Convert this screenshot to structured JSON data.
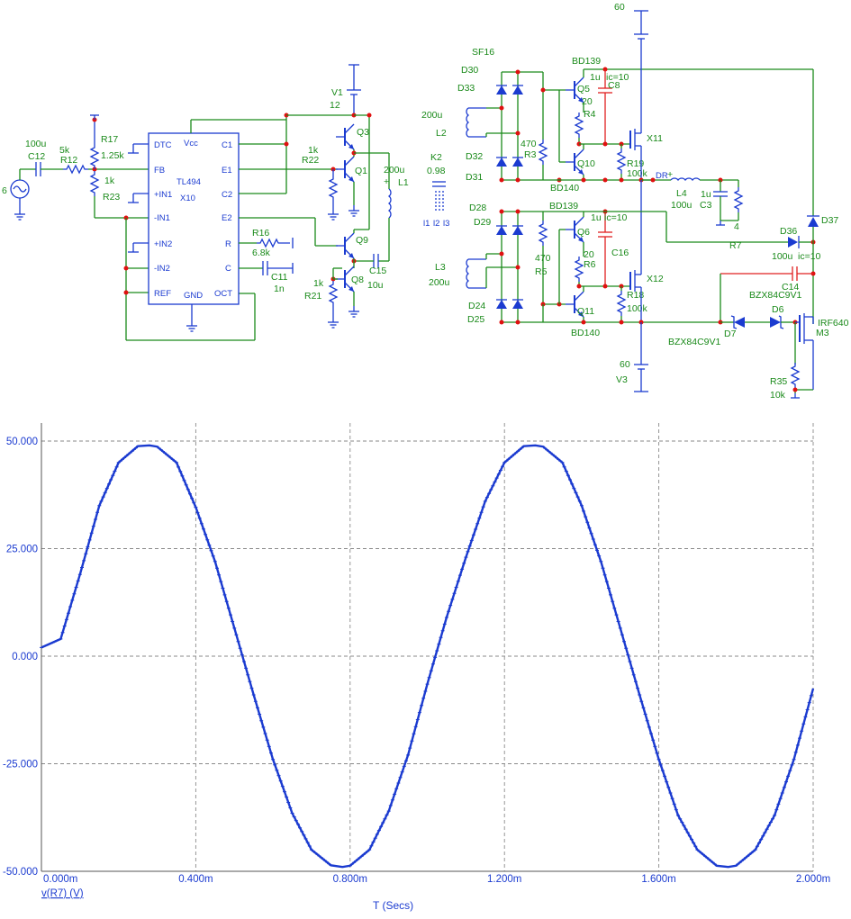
{
  "schematic": {
    "source": {
      "id": "6"
    },
    "c12": {
      "ref": "C12",
      "value": "100u"
    },
    "r12": {
      "ref": "R12",
      "value": "5k"
    },
    "r17": {
      "ref": "R17",
      "value": "1.25k"
    },
    "r23": {
      "ref": "R23",
      "value": "1k"
    },
    "ic": {
      "part": "TL494",
      "ref": "X10",
      "pins_left": [
        "DTC",
        "FB",
        "+IN1",
        "-IN1",
        "+IN2",
        "-IN2",
        "REF"
      ],
      "pins_right": [
        "C1",
        "E1",
        "C2",
        "E2",
        "R",
        "C",
        "OCT"
      ],
      "pin_vcc": "Vcc",
      "pin_gnd": "GND"
    },
    "v1": {
      "ref": "V1",
      "value": "12"
    },
    "r22": {
      "ref": "R22",
      "value": "1k"
    },
    "q3": "Q3",
    "q1": "Q1",
    "q9": "Q9",
    "q8": "Q8",
    "r21": {
      "ref": "R21",
      "value": "1k"
    },
    "r16": {
      "ref": "R16",
      "value": "6.8k"
    },
    "c11": {
      "ref": "C11",
      "value": "1n"
    },
    "c15": {
      "ref": "C15",
      "value": "10u"
    },
    "l1": {
      "ref": "L1",
      "value": "200u"
    },
    "k2": {
      "ref": "K2",
      "value": "0.98",
      "coils": [
        "l1",
        "l2",
        "l3"
      ]
    },
    "l2": {
      "ref": "L2",
      "value": "200u"
    },
    "l3": {
      "ref": "L3",
      "value": "200u"
    },
    "d_top": {
      "part": "SF16",
      "refs": [
        "D30",
        "D33",
        "D32",
        "D31"
      ]
    },
    "d_bot": {
      "refs": [
        "D28",
        "D29",
        "D24",
        "D25"
      ]
    },
    "r3": {
      "ref": "R3",
      "value": "470"
    },
    "r5": {
      "ref": "R5",
      "value": "470"
    },
    "q5": {
      "ref": "Q5",
      "part": "BD139"
    },
    "q10": {
      "ref": "Q10",
      "part": "BD140"
    },
    "q6": {
      "ref": "Q6",
      "part": "BD139"
    },
    "q11": {
      "ref": "Q11",
      "part": "BD140"
    },
    "r4": {
      "ref": "R4",
      "value": "20"
    },
    "r6": {
      "ref": "R6",
      "value": "20"
    },
    "c8": {
      "ref": "C8",
      "value": "1u",
      "ic": "ic=10"
    },
    "c16": {
      "ref": "C16",
      "value": "1u",
      "ic": "ic=10"
    },
    "r19": {
      "ref": "R19",
      "value": "100k"
    },
    "r18": {
      "ref": "R18",
      "value": "100k"
    },
    "x11": "X11",
    "x12": "X12",
    "v_top": {
      "value": "60"
    },
    "v3": {
      "ref": "V3",
      "value": "60"
    },
    "dr": "DR",
    "l4": {
      "ref": "L4",
      "value": "100u"
    },
    "c3": {
      "ref": "C3",
      "value": "1u"
    },
    "r7": "R7",
    "gnd4": "4",
    "d36": "D36",
    "d37": "D37",
    "c14": {
      "ref": "C14",
      "value": "100u",
      "ic": "ic=10"
    },
    "d6": {
      "ref": "D6",
      "part": "BZX84C9V1"
    },
    "d7": {
      "ref": "D7",
      "part": "BZX84C9V1"
    },
    "m3": {
      "ref": "M3",
      "part": "IRF640"
    },
    "r35": {
      "ref": "R35",
      "value": "10k"
    }
  },
  "chart_data": {
    "type": "line",
    "title": "",
    "xlabel": "T (Secs)",
    "ylabel": "",
    "legend": "v(R7) (V)",
    "xlim": [
      0,
      2.0
    ],
    "ylim": [
      -50,
      50
    ],
    "x_ticks": [
      "0.000m",
      "0.400m",
      "0.800m",
      "1.200m",
      "1.600m",
      "2.000m"
    ],
    "y_ticks": [
      "50.000",
      "25.000",
      "0.000",
      "-25.000",
      "-50.000"
    ],
    "grid": true,
    "color": "#1b3bd0",
    "x_unit": "ms",
    "series": [
      {
        "name": "v(R7) (V)",
        "x": [
          0,
          0.05,
          0.1,
          0.15,
          0.2,
          0.25,
          0.28,
          0.3,
          0.35,
          0.4,
          0.45,
          0.5,
          0.55,
          0.6,
          0.65,
          0.7,
          0.75,
          0.78,
          0.8,
          0.85,
          0.9,
          0.95,
          1.0,
          1.05,
          1.1,
          1.15,
          1.2,
          1.25,
          1.28,
          1.3,
          1.35,
          1.4,
          1.45,
          1.5,
          1.55,
          1.6,
          1.65,
          1.7,
          1.75,
          1.78,
          1.8,
          1.85,
          1.9,
          1.95,
          2.0
        ],
        "y": [
          2,
          4,
          19,
          35,
          45,
          48.8,
          49,
          48.7,
          45,
          34.6,
          22,
          6.5,
          -9,
          -24,
          -36.5,
          -45,
          -48.6,
          -49,
          -48.7,
          -45,
          -36,
          -23,
          -6.5,
          9,
          23,
          36,
          45,
          48.8,
          49,
          48.7,
          45,
          35,
          22,
          6.5,
          -9,
          -24,
          -37,
          -45,
          -48.7,
          -49,
          -48.7,
          -45,
          -37,
          -24,
          -7.5
        ]
      }
    ]
  }
}
